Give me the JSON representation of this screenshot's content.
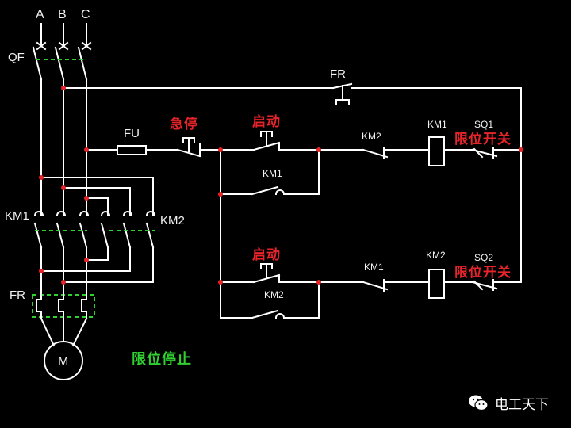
{
  "phases": [
    "A",
    "B",
    "C"
  ],
  "labels": {
    "qf": "QF",
    "fr_power": "FR",
    "fr_contact": "FR",
    "km1_power": "KM1",
    "km2_power": "KM2",
    "fu": "FU",
    "estop": "急停",
    "start1": "启动",
    "start2": "启动",
    "km1_hold": "KM1",
    "km2_hold": "KM2",
    "km2_interlock": "KM2",
    "km1_interlock": "KM1",
    "km1_coil": "KM1",
    "km2_coil": "KM2",
    "sq1": "SQ1",
    "sq2": "SQ2",
    "limit1": "限位开关",
    "limit2": "限位开关",
    "motor": "M",
    "caption": "限位停止"
  },
  "watermark": {
    "text": "电工天下",
    "icon": "wechat-icon"
  },
  "colors": {
    "wire": "#ffffff",
    "node": "#e8242b",
    "dashed": "#2fd02f",
    "caption": "#2fd02f",
    "red_text": "#e8242b"
  }
}
